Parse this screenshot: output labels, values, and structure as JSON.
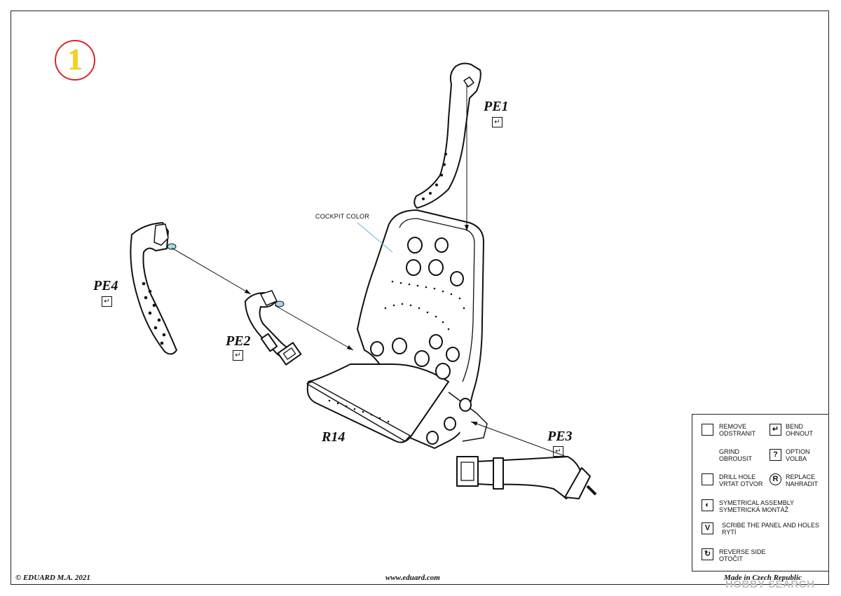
{
  "step": {
    "number": "1"
  },
  "parts": {
    "pe1": {
      "label": "PE1",
      "mark": "↵"
    },
    "pe2": {
      "label": "PE2",
      "mark": "↵"
    },
    "pe3": {
      "label": "PE3",
      "mark": "↵"
    },
    "pe4": {
      "label": "PE4",
      "mark": "↵"
    },
    "r14": {
      "label": "R14"
    }
  },
  "note": {
    "text": "COCKPIT COLOR"
  },
  "footer": {
    "copyright": "© EDUARD  M.A. 2021",
    "website": "www.eduard.com",
    "made_in": "Made in Czech Republic"
  },
  "legend": {
    "items": [
      {
        "icon": "remove-icon",
        "line1": "REMOVE",
        "line2": "ODSTRANIT"
      },
      {
        "icon": "bend-icon",
        "line1": "BEND",
        "line2": "OHNOUT"
      },
      {
        "icon": "grind-icon",
        "line1": "GRIND",
        "line2": "OBROUSIT"
      },
      {
        "icon": "option-icon",
        "line1": "OPTION",
        "line2": "VOLBA"
      },
      {
        "icon": "drill-hole-icon",
        "line1": "DRILL HOLE",
        "line2": "VRTAT OTVOR"
      },
      {
        "icon": "replace-icon",
        "line1": "REPLACE",
        "line2": "NAHRADIT"
      },
      {
        "icon": "symmetrical-assembly-icon",
        "line1": "SYMETRICAL ASSEMBLY",
        "line2": "SYMETRICKÁ MONTÁŽ"
      },
      {
        "icon": "scribe-icon",
        "line1": "SCRIBE THE PANEL AND HOLES",
        "line2": "RYTÍ"
      },
      {
        "icon": "reverse-side-icon",
        "line1": "REVERSE SIDE",
        "line2": "OTOČIT"
      }
    ]
  },
  "watermark": {
    "text": "HOBBY SEARCH"
  },
  "colors": {
    "step_circle": "#d9262b",
    "step_number": "#f3d21a",
    "leader": "#5fb7d6",
    "ink": "#111111"
  }
}
